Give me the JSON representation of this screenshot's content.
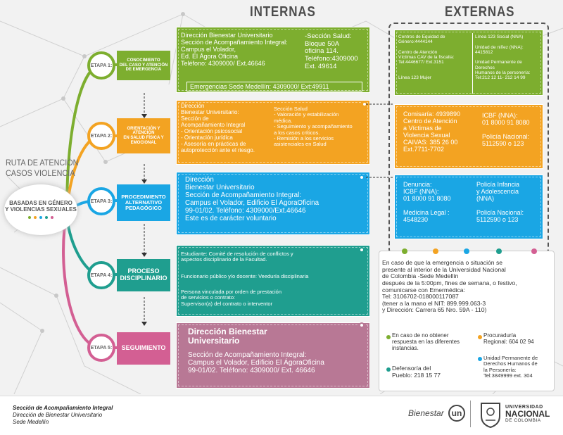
{
  "headers": {
    "internas": "INTERNAS",
    "externas": "EXTERNAS"
  },
  "ruta": {
    "line1": "RUTA DE ATENCIÓN",
    "line2": "CASOS VIOLENCIA",
    "center": "BASADAS EN GÉNERO\nY VIOLENCIAS SEXUALES"
  },
  "etapas": [
    {
      "circle": "ETAPA 1:",
      "tag": "CONOCIMIENTO\nDEL CASO Y ATENCIÓN\nDE EMERGENCIA",
      "color": "#7dae2f"
    },
    {
      "circle": "ETAPA 2:",
      "tag": "ORIENTACIÓN Y\nATENCIÓN\nEN SALUD FÍSICA Y\nEMOCIONAL",
      "color": "#f3a322"
    },
    {
      "circle": "ETAPA 3:",
      "tag": "PROCEDIMIENTO\nALTERNATIVO\nPEDAGÓGICO",
      "color": "#1aa6e4"
    },
    {
      "circle": "ETAPA 4:",
      "tag": "PROCESO\nDISCIPLINARIO",
      "color": "#1f9e8f"
    },
    {
      "circle": "ETAPA 5:",
      "tag": "SEGUIMIENTO",
      "color": "#d35f93"
    }
  ],
  "internas": {
    "b1_left": "Dirección Bienestar Universitario\nSección de Acompañamiento Integral:\nCampus el Volador,\nEd. El Ágora Oficina\nTeléfono: 4309000/ Ext.46646",
    "b1_right": "-Sección Salud:\nBloque 50A\noficina 114.\nTeléfono:4309000\nExt. 49614",
    "b1_bottom": "Emergencias Sede  Medellín: 4309000/ Ext:49911",
    "b2_left": "Dirección\nBienestar Universitario:\nSección de\nAcompañamiento Integral\n- Orientación psicosocial\n- Orientación jurídica\n- Asesoría en prácticas de\nautoprotección ante el riesgo.",
    "b2_right": "Sección Salud\n- Valoración y estabilización\nmédica.\n- Seguimiento y acompañamiento\na los casos críticos.\n- Remisión a los servicios\nasistenciales en Salud",
    "b3": "Dirección\nBienestar Universitario\nSección de Acompañamiento Integral:\nCampus el Volador, Edificio El ÁgoraOficina\n99-01/02. Teléfono: 4309000/Ext.46646\nEste es de carácter voluntario",
    "b4_p1": "Estudiante: Comité de resolución de conflictos y\naspectos disciplinario de la Facultad.",
    "b4_p2": "Funcionario público y/o docente: Veeduría disciplinaria",
    "b4_p3": "Persona vinculada por orden de prestación\nde servicios o contrato:\nSupervisor(a) del contrato o interventor",
    "b5_title": "Dirección Bienestar\nUniversitario",
    "b5_body": "Sección de Acompañamiento Integral:\nCampus el Volador, Edificio El ÁgoraOficina\n99-01/02. Teléfono: 4309000/ Ext. 46646"
  },
  "externas": {
    "e1_left": "Centros de Equidad de\nGénero:4444144\n\nCentro de Atención\nVíctimas CAV de la fiscalía:\nTel:4446677/ Ext.3151\n\n\nLínea 123 Mujer",
    "e1_right": "Línea 123 Social (NNA)\n\nUnidad de niñez (NNA):\n4415812\n\nUnidad Permanente de\nDerechos\nHumanos de la personería:\nTel:212 12 11- 212 14 99",
    "e2_left": "Comisaría: 4939890\nCentro de Atención\na Víctimas de\nViolencia Sexual\nCAIVAS: 385 26 00\nExt.7711-7702",
    "e2_right": "ICBF (NNA):\n01 8000 91 8080\n\nPolicía Nacional:\n5112590 o 123",
    "e3_left": "Denuncia:\nICBF (NNA):\n01 8000 91 8080\n\nMedicina Legal :\n4548230",
    "e3_right": "Policía Infancia\ny Adolescencia\n(NNA)\n\nPolicía Nacional:\n5112590 o 123"
  },
  "emergencia": {
    "main": "En caso de que la emergencia o situación se\npresente al interior de la Universidad Nacional\nde Colombia -Sede Medellín\ndespués de la 5:00pm, fines de semana, o festivo,\ncomunicarse con Emermédica:\nTel: 3106702-018000117087\n(tener a la mano el NIT: 899.999.063-3\ny Dirección: Carrera 65 Nro. 59A - 110)",
    "i1": "En caso de no obtener\nrespuesta en las diferentes\ninstancias.",
    "i2": "Procuraduría\nRegional: 604 02 94",
    "i3": "Defensoría del\nPueblo: 218 15 77",
    "i4": "Unidad Permanente de\nDerechos Humanos de\nla Personería:\nTel:3849999 ext. 304"
  },
  "footer": {
    "l1": "Sección de Acompañamiento Integral",
    "l2": "Dirección de Bienestar Universitario",
    "l3": "Sede Medellín",
    "bienestar": "Bienestar",
    "un": "un",
    "univ1": "UNIVERSIDAD",
    "univ2": "NACIONAL",
    "univ3": "DE COLOMBIA"
  },
  "colors": {
    "green": "#7dae2f",
    "orange": "#f3a322",
    "blue": "#1aa6e4",
    "teal": "#1f9e8f",
    "pink": "#b87895",
    "gray": "#4d4d4d"
  }
}
